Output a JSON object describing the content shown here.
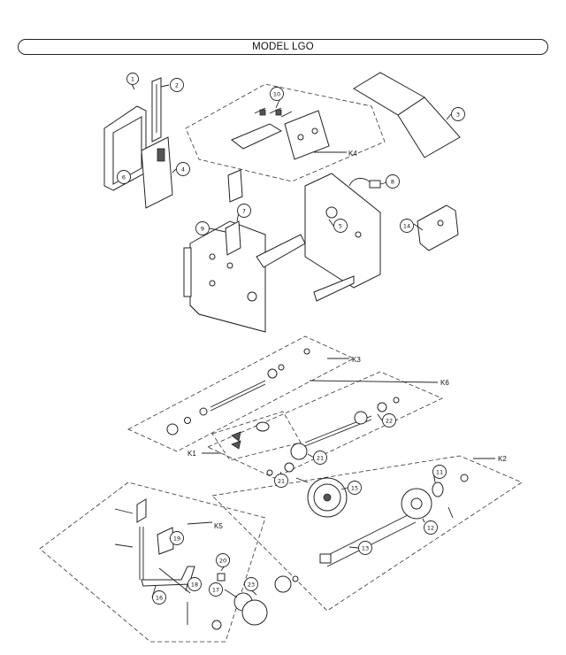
{
  "title": "MODEL LGO",
  "callouts": [
    "1",
    "2",
    "3",
    "4",
    "5",
    "6",
    "7",
    "8",
    "9",
    "10",
    "11",
    "12",
    "13",
    "14",
    "15",
    "16",
    "17",
    "18",
    "19",
    "20",
    "21",
    "21",
    "22",
    "23"
  ],
  "kit_labels": [
    "K1",
    "K2",
    "K3",
    "K4",
    "K5",
    "K6"
  ]
}
